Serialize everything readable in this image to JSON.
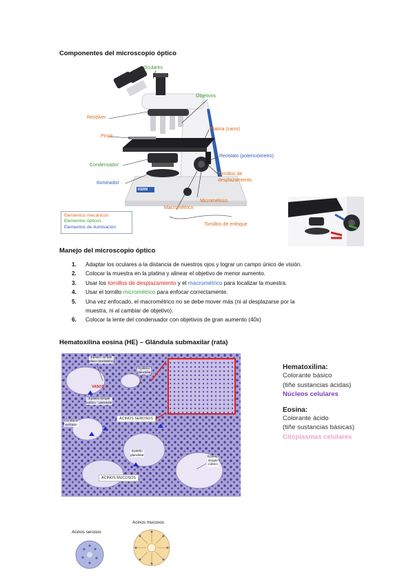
{
  "sections": {
    "components_title": "Componentes del microscopio óptico",
    "handling_title": "Manejo del microscopio óptico",
    "he_title": "Hematoxilina eosina (HE) – Glándula submaxilar (rata)"
  },
  "microscope_labels": {
    "oculares": "Oculares",
    "objetivos": "Objetivos",
    "revolver": "Revólver",
    "pinza": "Pinza",
    "platina": "Platina (carro)",
    "reostato": "Reóstato (potenciómetro)",
    "condensador": "Condensador",
    "tornillos_desp_1": "Tornillos de",
    "tornillos_desp_2": "desplazamiento",
    "iluminador": "Iluminador",
    "micrometrico": "Micrométrico",
    "macrometrico": "Macrométrico",
    "tornillos_enfoque": "Tornillos de enfoque",
    "brand": "KERN"
  },
  "legend": {
    "mecanicos": "Elementos mecánicos",
    "opticos": "Elementos ópticos",
    "iluminacion": "Elementos de iluminación"
  },
  "colors": {
    "mechanical": "#e06a12",
    "optical": "#3e9a34",
    "illumination": "#2f5fae",
    "red_text": "#d2261f",
    "blue_text": "#2f6fc4",
    "green_text": "#39a03a",
    "nuclei": "#7a3fb5",
    "cytoplasm": "#f0a2c6"
  },
  "steps": [
    {
      "num": "1.",
      "text": "Adaptar los oculares a la distancia de nuestros ojos y lograr un campo único de visión."
    },
    {
      "num": "2.",
      "text": "Colocar la muestra en la platina y alinear el objetivo de menor aumento."
    },
    {
      "num": "3.",
      "pre": "Usar los ",
      "red": "tornillos de desplazamiento",
      "mid": " y el ",
      "blue": "macrométrico",
      "post": " para localizar la muestra."
    },
    {
      "num": "4.",
      "pre": "Usar el tornillo ",
      "green": "micrométrico",
      "post": " para enfocar correctamente."
    },
    {
      "num": "5.",
      "line1": "Una vez enfocado, el macrométrico no se debe mover más (ni al desplazarse por la",
      "line2": "muestra, ni al cambiar de objetivo)."
    },
    {
      "num": "6.",
      "text": "Colocar la lente del condensador con objetivos de gran aumento (40x)"
    }
  ],
  "histology_labels": {
    "epitelio_plano_1": "Epitelio simple",
    "epitelio_plano_2": "plano (endotelio)",
    "vasos": "VASOS",
    "epitelio_glandular_top_1": "Epitelio",
    "epitelio_glandular_top_2": "glandular",
    "epitelio_cubico_1": "Epitelio simple",
    "epitelio_cubico_2": "cúbico - plandular",
    "conducto_1": "Conducto",
    "conducto_2": "excretor",
    "acinos_serosos_badge": "ACINOS SEROSOS",
    "epitelio_glandular_mid_1": "Epitelio",
    "epitelio_glandular_mid_2": "glandular",
    "acinos_mucosos_badge": "ACINOS MUCOSOS",
    "epitelio_cub2_1": "Epitelio",
    "epitelio_cub2_2": "simple",
    "epitelio_cub2_3": "cúbico"
  },
  "stains": {
    "hematoxilina_title": "Hematoxilina:",
    "hematoxilina_l1": "Colorante básico",
    "hematoxilina_l2": "(tiñe sustancias ácidas)",
    "hematoxilina_l3": "Núcleos celulares",
    "eosina_title": "Eosina:",
    "eosina_l1": "Colorante ácido",
    "eosina_l2": "(tiñe sustancias básicas)",
    "eosina_l3": "Citoplasmas celulares"
  },
  "acini": {
    "serosos": "Acinos serosos",
    "mucosos": "Acinos mucosos"
  }
}
